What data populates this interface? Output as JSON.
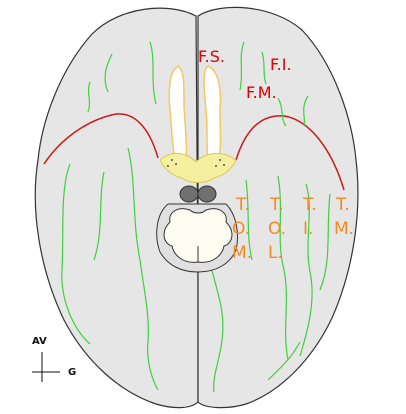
{
  "colors": {
    "brain_fill": "#e6e6e6",
    "outline": "#333333",
    "sulci": "#3dd13d",
    "sylvian": "#cc1a1a",
    "olfactory": "#f2c861",
    "chiasm": "#f5f0a0",
    "red_label": "#e00000",
    "orange_label": "#f58a1f"
  },
  "labels": {
    "fs": "F.S.",
    "fi": "F.I.",
    "fm": "F.M.",
    "tom": [
      "T.",
      "O.",
      "M."
    ],
    "tol": [
      "T.",
      "O.",
      "L."
    ],
    "ti": [
      "T.",
      "I."
    ],
    "tm": [
      "T.",
      "M."
    ]
  },
  "axis": {
    "av": "AV",
    "g": "G"
  }
}
